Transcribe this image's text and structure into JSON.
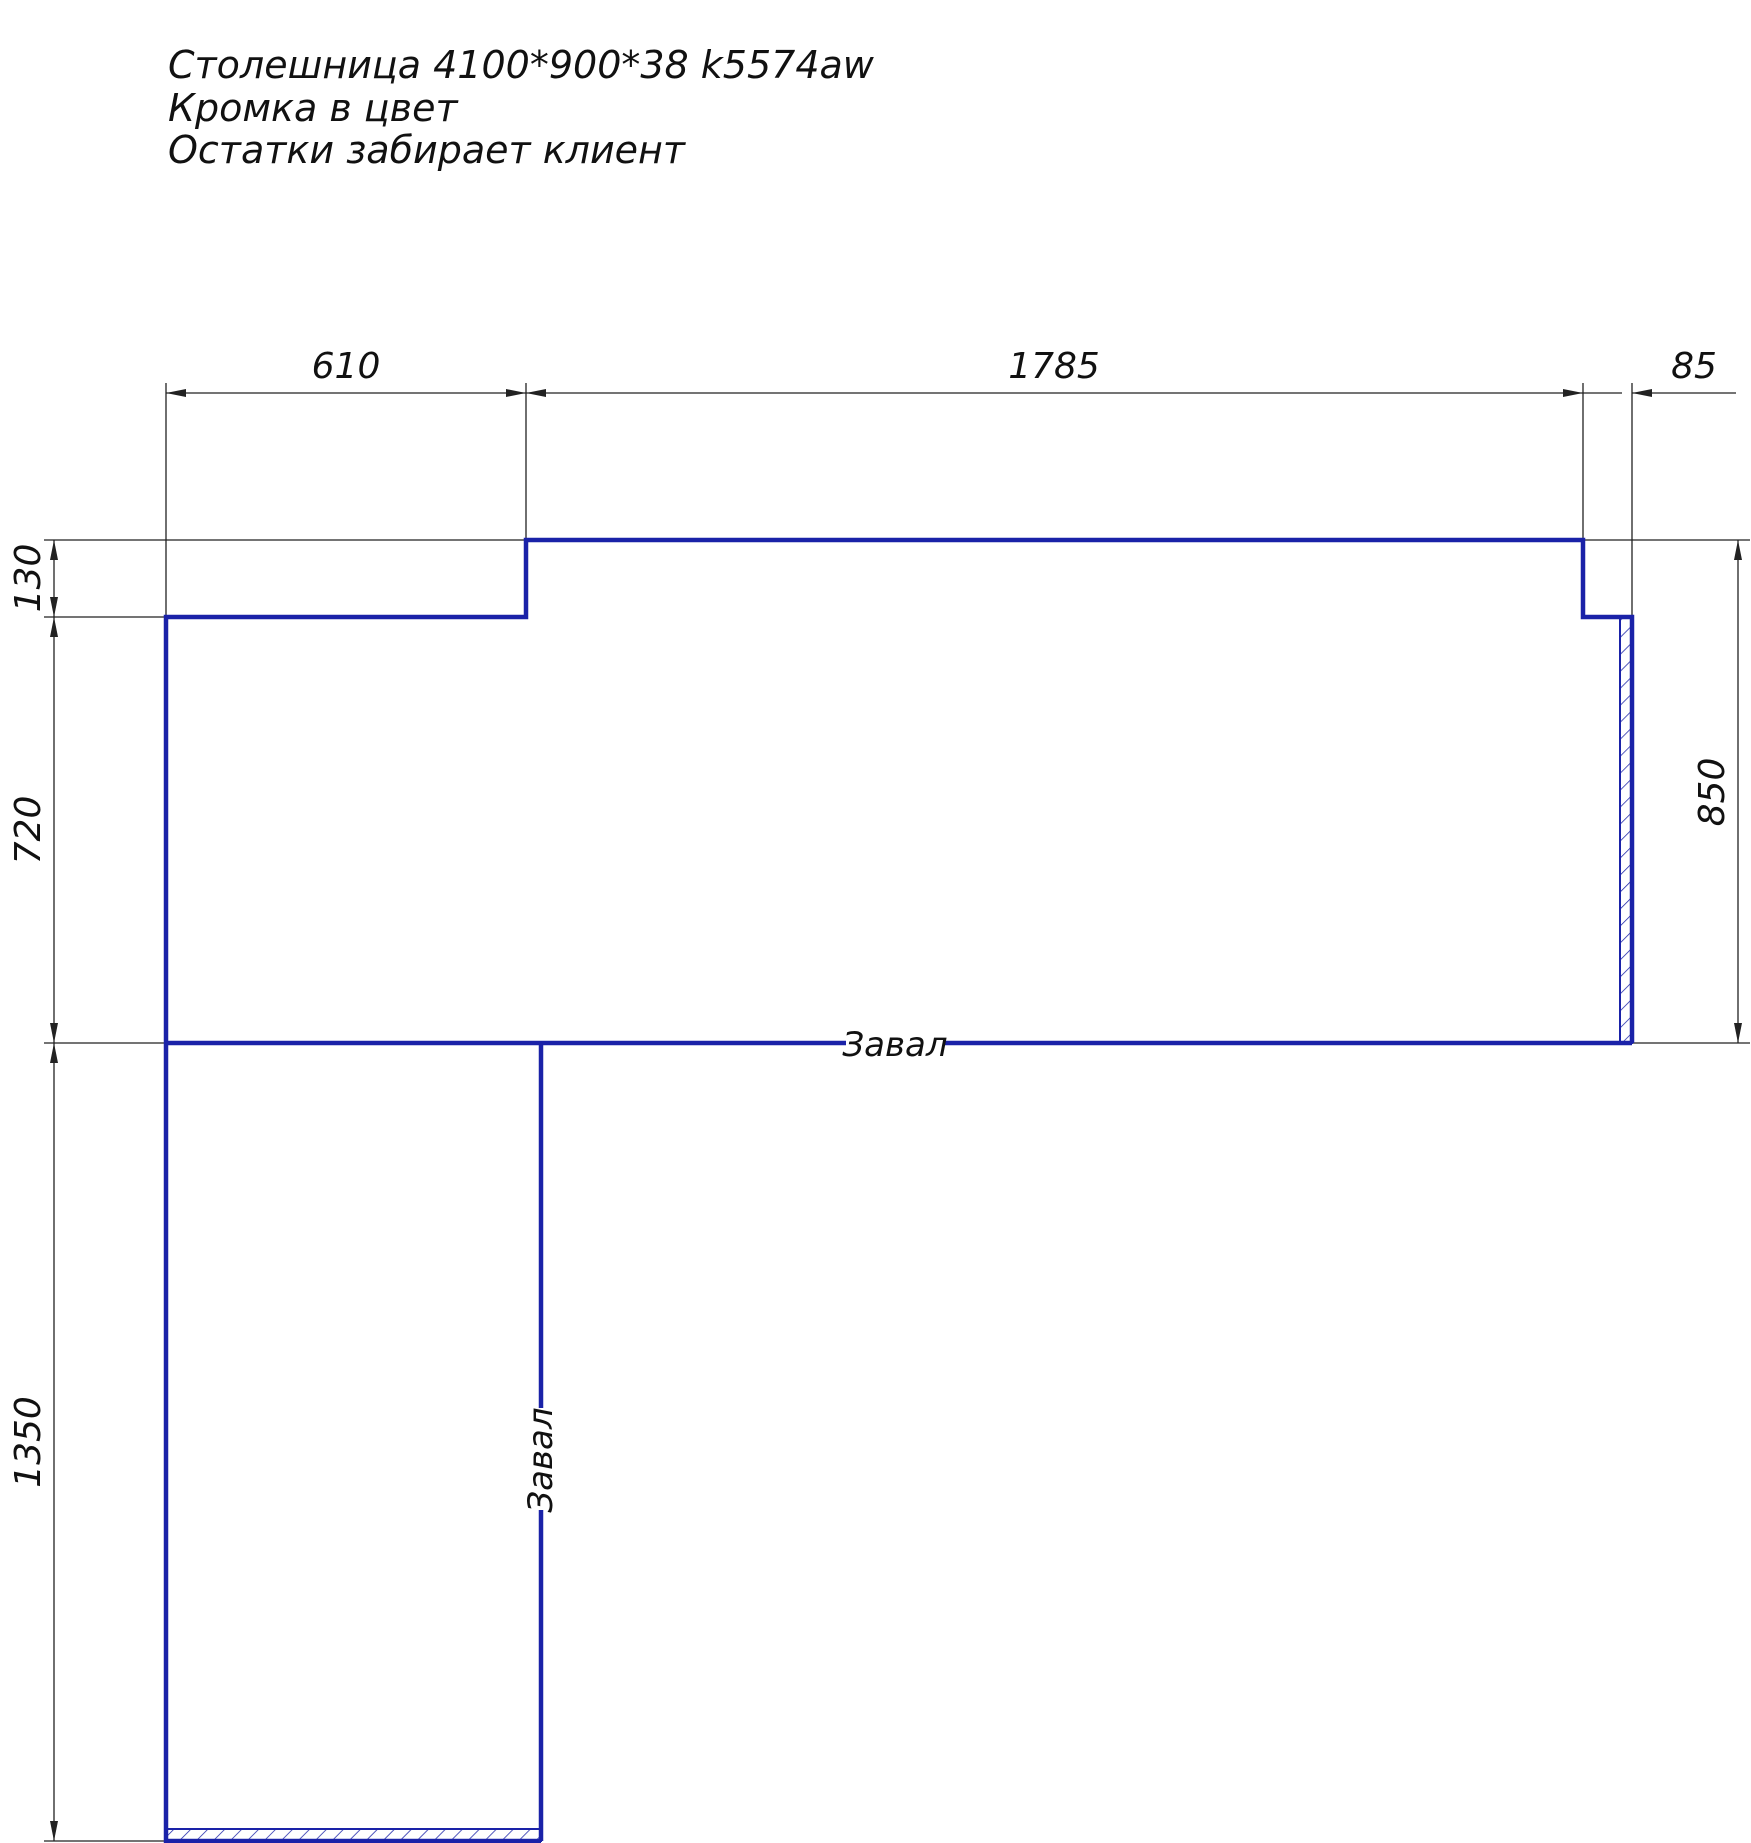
{
  "notes": [
    "Столешница 4100*900*38 k5574aw",
    "Кромка в цвет",
    "Остатки забирает клиент"
  ],
  "dimensions": {
    "top_left_width": "610",
    "top_middle_width": "1785",
    "top_right_offset": "85",
    "left_step_height": "130",
    "left_main_height": "720",
    "left_leg_height": "1350",
    "right_height": "850"
  },
  "edge_labels": {
    "horizontal_edge": "Завал",
    "vertical_edge": "Завал"
  },
  "colors": {
    "outline": "#1a22a8",
    "dimension": "#222222"
  }
}
